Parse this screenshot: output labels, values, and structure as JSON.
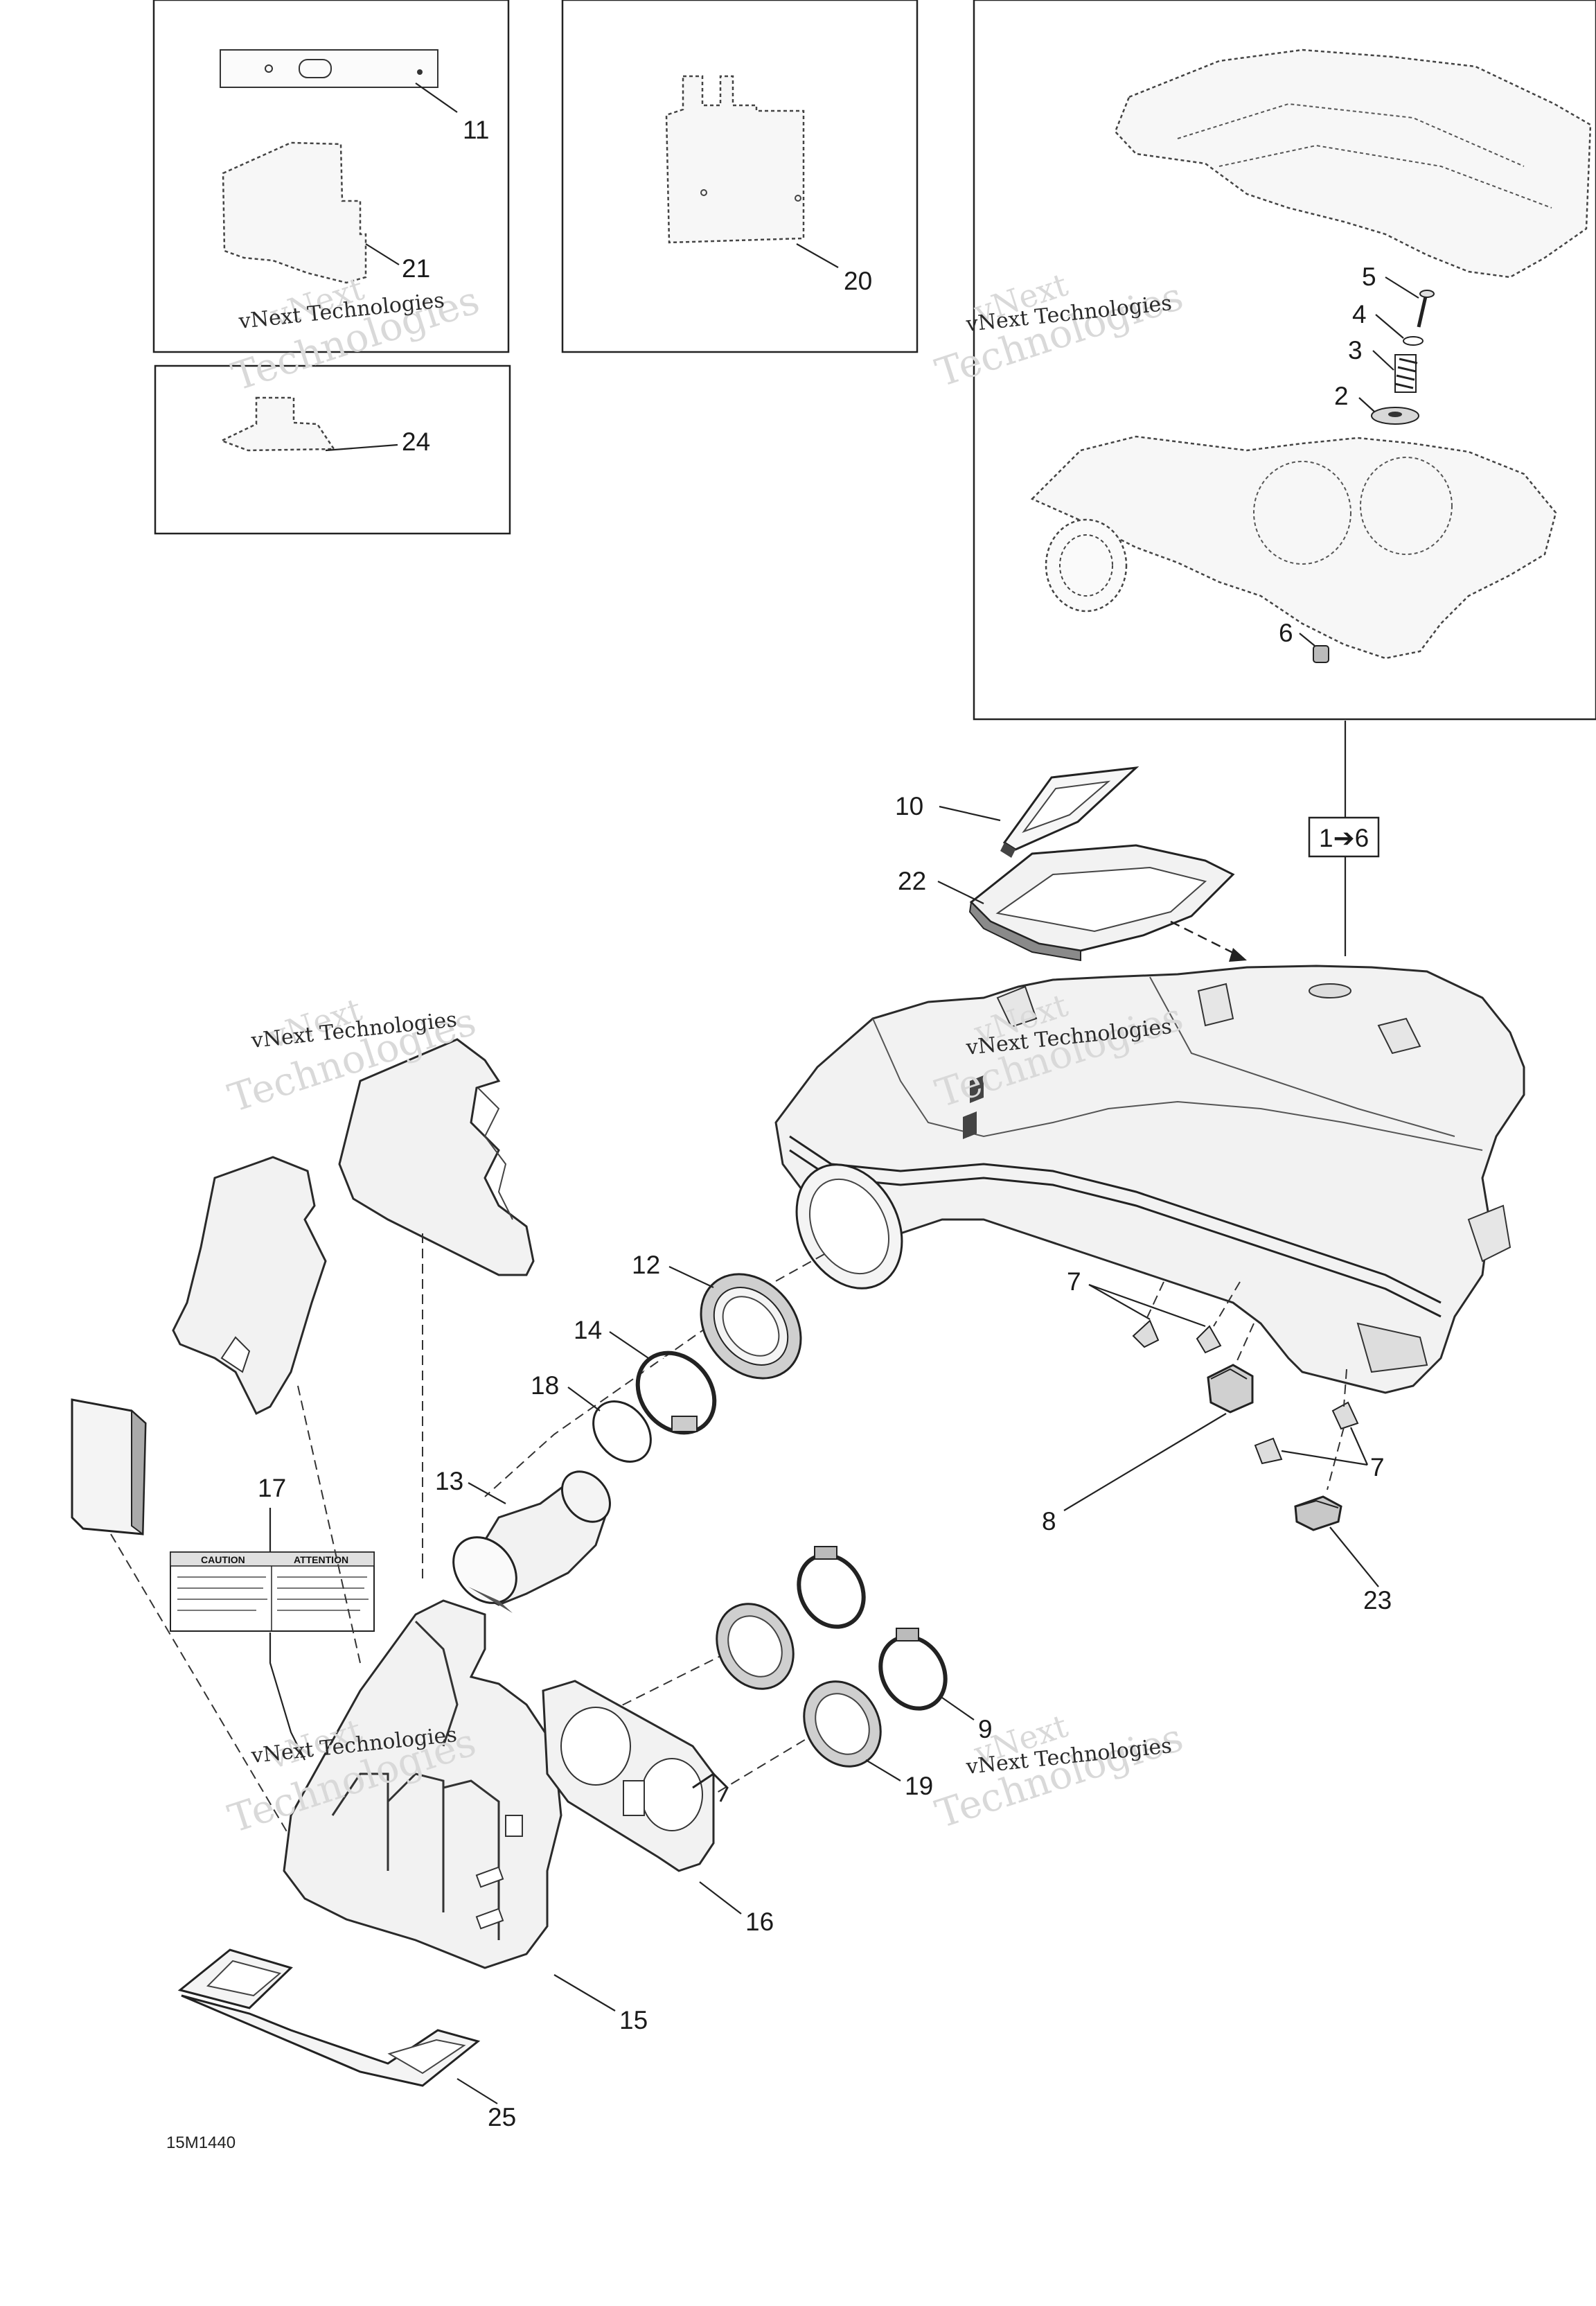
{
  "diagram_code": "15M1440",
  "watermark": {
    "line1": "vNext",
    "line2": "Technologies",
    "subtitle": "vNext Technologies"
  },
  "callouts": {
    "c1to6": "1➔6",
    "c2": "2",
    "c3": "3",
    "c4": "4",
    "c5": "5",
    "c6": "6",
    "c7a": "7",
    "c7b": "7",
    "c8": "8",
    "c9": "9",
    "c10": "10",
    "c11": "11",
    "c12": "12",
    "c13": "13",
    "c14": "14",
    "c15": "15",
    "c16": "16",
    "c17": "17",
    "c18": "18",
    "c19": "19",
    "c20": "20",
    "c21": "21",
    "c22": "22",
    "c23": "23",
    "c24": "24",
    "c25": "25"
  },
  "label": {
    "caution": "CAUTION",
    "attention": "ATTENTION"
  }
}
